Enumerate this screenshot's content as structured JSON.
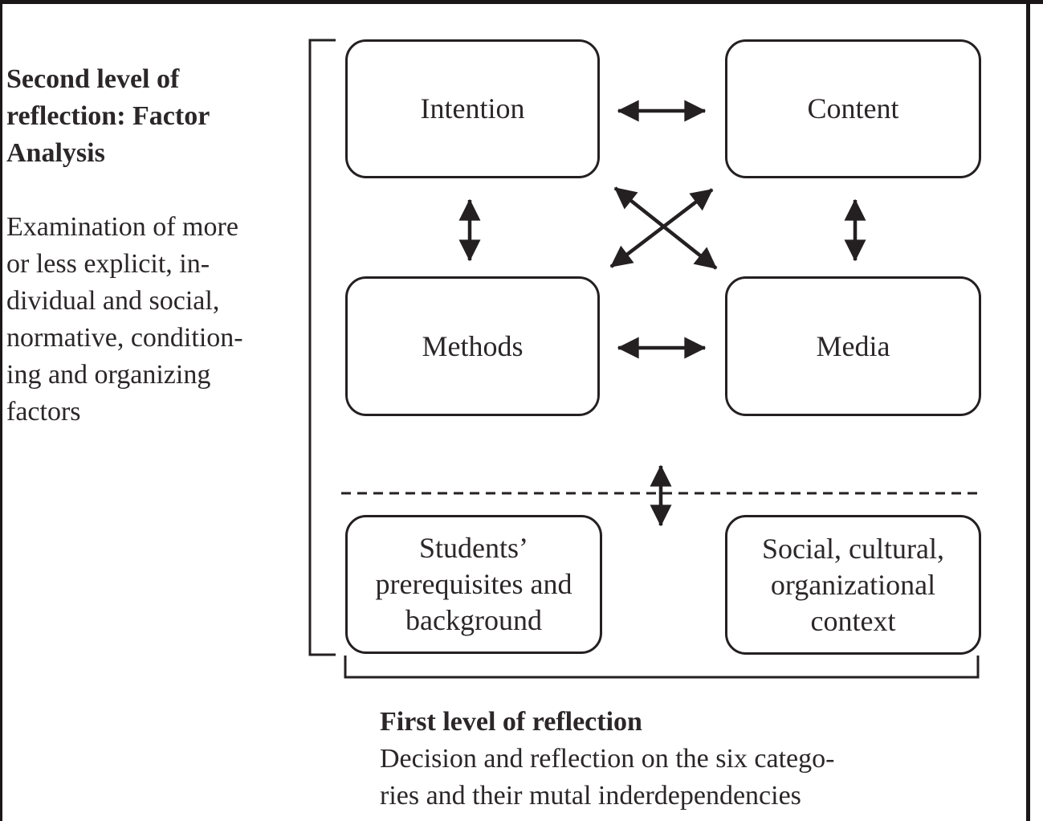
{
  "colors": {
    "ink": "#242021",
    "text": "#2b2728",
    "paper": "#ffffff"
  },
  "side_note": {
    "title": "Second level of\nreflection: Factor\nAnalysis",
    "body": "Examination of more\nor less explicit, in-\ndividual and social,\nnormative, condition-\ning and organizing\nfactors"
  },
  "diagram": {
    "boxes": [
      {
        "id": "intention",
        "label": "Intention"
      },
      {
        "id": "content",
        "label": "Content"
      },
      {
        "id": "methods",
        "label": "Methods"
      },
      {
        "id": "media",
        "label": "Media"
      },
      {
        "id": "students",
        "label": "Students’\nprerequisites and\nbackground"
      },
      {
        "id": "context",
        "label": "Social, cultural,\norganizational\ncontext"
      }
    ],
    "connectors": [
      "intention-content",
      "methods-media",
      "intention-methods",
      "content-media",
      "intention-media",
      "content-methods",
      "upper-lower-divider"
    ]
  },
  "footer": {
    "title": "First level of reflection",
    "body": "Decision and reflection on the six catego-\nries and their mutal inderdependencies"
  }
}
